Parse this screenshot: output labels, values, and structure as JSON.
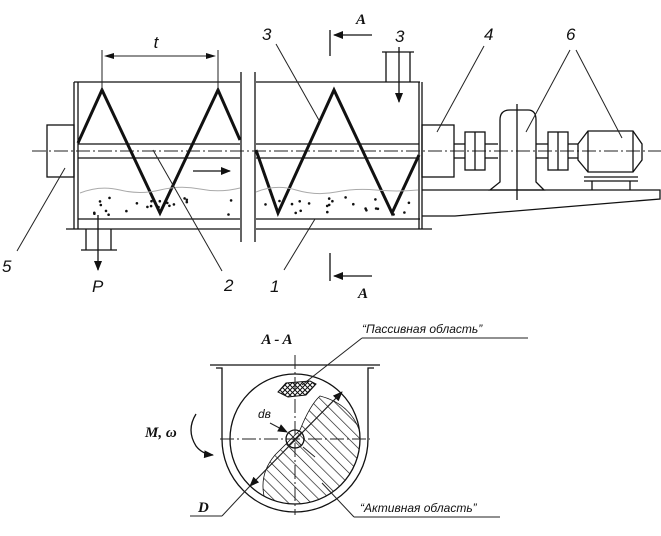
{
  "figure": {
    "top_view": {
      "labels": {
        "pitch": "t",
        "section_mark_top": "A",
        "section_mark_bottom": "A",
        "inlet": "3",
        "product_outlet": "P",
        "callouts": [
          "1",
          "2",
          "3",
          "4",
          "5",
          "6"
        ]
      }
    },
    "section_view": {
      "title": "A - A",
      "passive_zone": "“Пассивная     область”",
      "active_zone": "“Активная область”",
      "torque_label": "M, ω",
      "shaft_diameter": "dв",
      "drum_diameter": "D"
    }
  }
}
